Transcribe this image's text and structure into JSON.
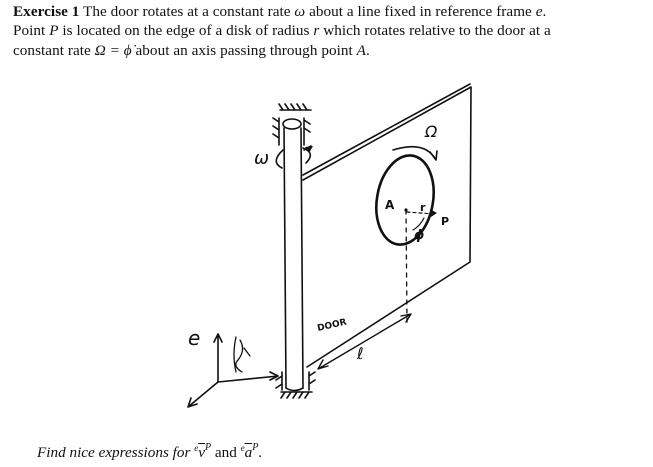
{
  "exercise": {
    "label": "Exercise 1",
    "line1_rest_a": "The door rotates at a constant rate",
    "omega": "ω",
    "line1_rest_b": "about a line fixed in reference frame",
    "frame": "e",
    "line1_end": ".",
    "line2_a": "Point",
    "point": "P",
    "line2_b": "is located on the edge of a disk of radius",
    "radius": "r",
    "line2_c": "which rotates relative to the door at a",
    "line3_a": "constant rate",
    "line3_math": "Ω = ϕ̇",
    "line3_b": "about an axis passing through point",
    "axis_point": "A",
    "line3_end": "."
  },
  "figure": {
    "omega_label": "ω",
    "Omega_label": "Ω",
    "point_A_label": "A",
    "point_P_label": "P",
    "phi_label": "ϕ",
    "r_label": "r",
    "door_label": "DOOR",
    "length_label": "ℓ",
    "frame_label": "e"
  },
  "question": {
    "find": "Find nice expressions for",
    "v_sup_left": "e",
    "v_sym": "v",
    "v_sup": "P",
    "and": "and",
    "a_sup_left": "e",
    "a_sym": "a",
    "a_sup": "P",
    "end": "."
  }
}
